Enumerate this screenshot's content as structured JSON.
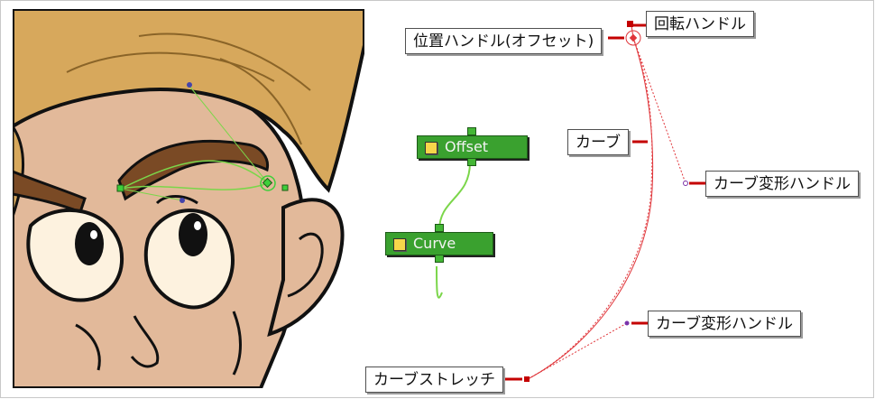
{
  "callouts": {
    "rotation_handle": "回転ハンドル",
    "position_handle": "位置ハンドル(オフセット)",
    "curve": "カーブ",
    "curve_deform_handle_1": "カーブ変形ハンドル",
    "curve_deform_handle_2": "カーブ変形ハンドル",
    "curve_stretch": "カーブストレッチ"
  },
  "nodes": {
    "offset": "Offset",
    "curve": "Curve"
  },
  "colors": {
    "skin": "#e2b99a",
    "hair": "#d7a85c",
    "eyebrow": "#7a4a25",
    "outline": "#111111",
    "node_green": "#3aa12f",
    "guide_red": "#e0353a",
    "pointer_red": "#c40000",
    "deformer_green": "#7bd64a"
  }
}
